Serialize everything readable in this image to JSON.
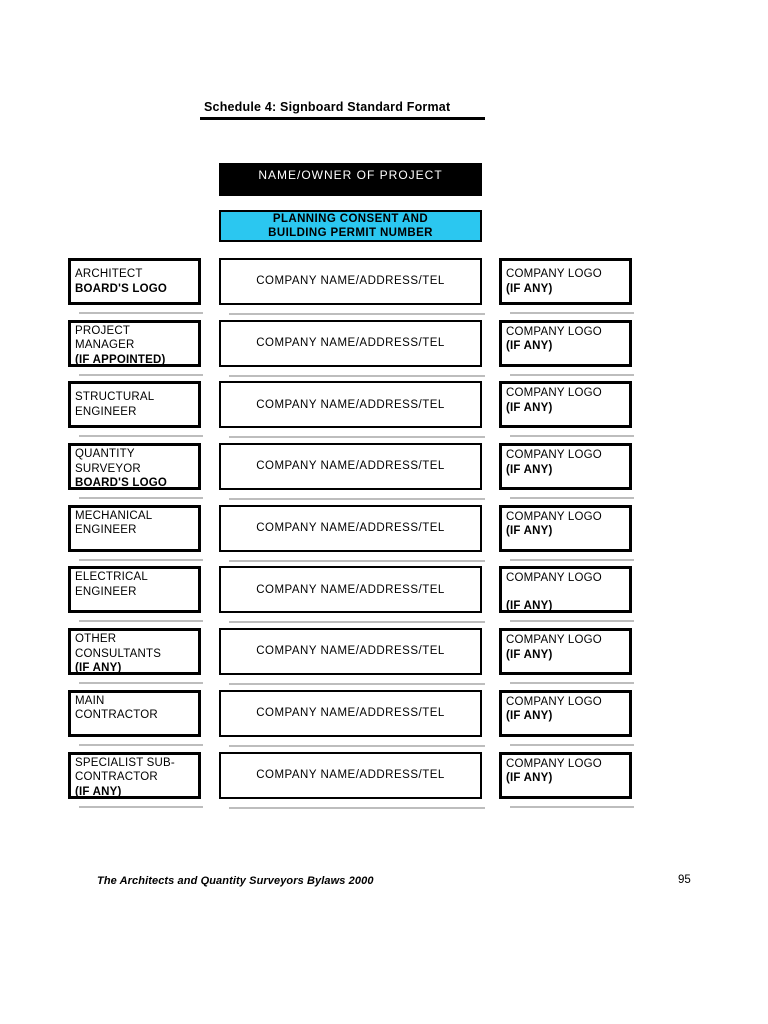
{
  "document": {
    "title": "Schedule 4: Signboard Standard Format",
    "footer": "The Architects and Quantity Surveyors Bylaws 2000",
    "page_number": "95"
  },
  "signboard": {
    "name_banner": {
      "label": "NAME/OWNER OF PROJECT",
      "background": "#000000",
      "text_color": "#ffffff"
    },
    "permit_banner": {
      "line1": "PLANNING CONSENT AND",
      "line2": "BUILDING PERMIT NUMBER",
      "background": "#2bc7f0",
      "border_color": "#000000"
    },
    "rows": [
      {
        "role_lines": [
          {
            "text": "ARCHITECT",
            "bold": false
          },
          {
            "text": "BOARD'S LOGO",
            "bold": true
          }
        ],
        "role_valign": "center",
        "company": "COMPANY NAME/ADDRESS/TEL",
        "logo_lines": [
          {
            "text": "COMPANY LOGO",
            "bold": false
          },
          {
            "text": "(IF ANY)",
            "bold": true
          }
        ],
        "logo_valign": "center",
        "logo_gap": false
      },
      {
        "role_lines": [
          {
            "text": "PROJECT",
            "bold": false
          },
          {
            "text": "MANAGER",
            "bold": false
          },
          {
            "text": "(IF APPOINTED)",
            "bold": true
          }
        ],
        "role_valign": "top",
        "company": "COMPANY NAME/ADDRESS/TEL",
        "logo_lines": [
          {
            "text": "COMPANY LOGO",
            "bold": false
          },
          {
            "text": "(IF ANY)",
            "bold": true
          }
        ],
        "logo_valign": "top",
        "logo_gap": false
      },
      {
        "role_lines": [
          {
            "text": "STRUCTURAL",
            "bold": false
          },
          {
            "text": "ENGINEER",
            "bold": false
          }
        ],
        "role_valign": "center",
        "company": "COMPANY NAME/ADDRESS/TEL",
        "logo_lines": [
          {
            "text": "COMPANY LOGO",
            "bold": false
          },
          {
            "text": "(IF ANY)",
            "bold": true
          }
        ],
        "logo_valign": "top",
        "logo_gap": false
      },
      {
        "role_lines": [
          {
            "text": "QUANTITY",
            "bold": false
          },
          {
            "text": "SURVEYOR",
            "bold": false
          },
          {
            "text": "BOARD'S LOGO",
            "bold": true
          }
        ],
        "role_valign": "top",
        "company": "COMPANY NAME/ADDRESS/TEL",
        "logo_lines": [
          {
            "text": "COMPANY LOGO",
            "bold": false
          },
          {
            "text": "(IF ANY)",
            "bold": true
          }
        ],
        "logo_valign": "top",
        "logo_gap": false
      },
      {
        "role_lines": [
          {
            "text": "MECHANICAL",
            "bold": false
          },
          {
            "text": "ENGINEER",
            "bold": false
          }
        ],
        "role_valign": "top",
        "company": "COMPANY NAME/ADDRESS/TEL",
        "logo_lines": [
          {
            "text": "COMPANY LOGO",
            "bold": false
          },
          {
            "text": "(IF ANY)",
            "bold": true
          }
        ],
        "logo_valign": "top",
        "logo_gap": false
      },
      {
        "role_lines": [
          {
            "text": "ELECTRICAL",
            "bold": false
          },
          {
            "text": "ENGINEER",
            "bold": false
          }
        ],
        "role_valign": "top",
        "company": "COMPANY NAME/ADDRESS/TEL",
        "logo_lines": [
          {
            "text": "COMPANY LOGO",
            "bold": false
          },
          {
            "text": "(IF ANY)",
            "bold": true
          }
        ],
        "logo_valign": "top",
        "logo_gap": true
      },
      {
        "role_lines": [
          {
            "text": "OTHER",
            "bold": false
          },
          {
            "text": "CONSULTANTS",
            "bold": false
          },
          {
            "text": "(IF ANY)",
            "bold": true
          }
        ],
        "role_valign": "top",
        "company": "COMPANY NAME/ADDRESS/TEL",
        "logo_lines": [
          {
            "text": "COMPANY LOGO",
            "bold": false
          },
          {
            "text": "(IF ANY)",
            "bold": true
          }
        ],
        "logo_valign": "top",
        "logo_gap": false
      },
      {
        "role_lines": [
          {
            "text": "MAIN",
            "bold": false
          },
          {
            "text": "CONTRACTOR",
            "bold": false
          }
        ],
        "role_valign": "top",
        "company": "COMPANY NAME/ADDRESS/TEL",
        "logo_lines": [
          {
            "text": "COMPANY LOGO",
            "bold": false
          },
          {
            "text": "(IF ANY)",
            "bold": true
          }
        ],
        "logo_valign": "top",
        "logo_gap": false
      },
      {
        "role_lines": [
          {
            "text": "SPECIALIST SUB-",
            "bold": false
          },
          {
            "text": "CONTRACTOR",
            "bold": false
          },
          {
            "text": "(IF ANY)",
            "bold": true
          }
        ],
        "role_valign": "top",
        "company": "COMPANY NAME/ADDRESS/TEL",
        "logo_lines": [
          {
            "text": "COMPANY LOGO",
            "bold": false
          },
          {
            "text": "(IF ANY)",
            "bold": true
          }
        ],
        "logo_valign": "top",
        "logo_gap": false
      }
    ]
  }
}
